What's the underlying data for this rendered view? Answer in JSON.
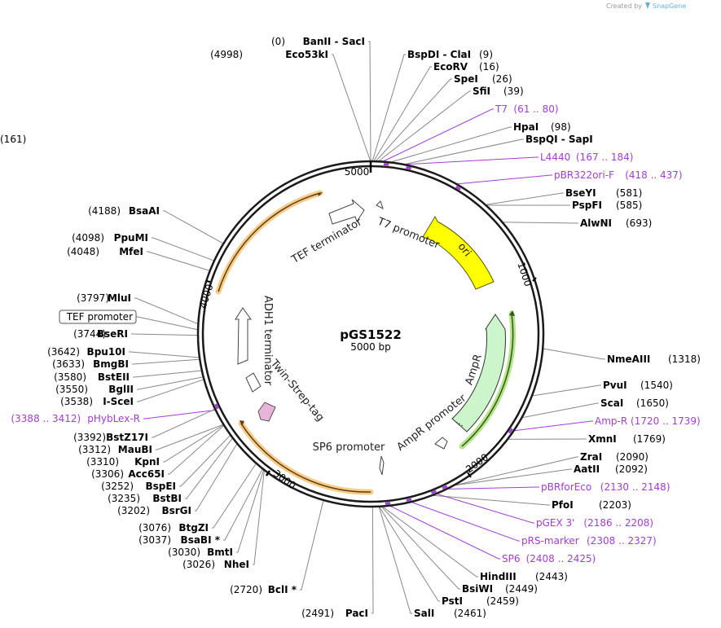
{
  "credit": {
    "created_by": "Created by",
    "brand": "SnapGene"
  },
  "plasmid": {
    "name": "pGS1522",
    "size_label": "5000 bp",
    "length": 5000
  },
  "ticks": [
    {
      "pos": 1000,
      "label": "1000"
    },
    {
      "pos": 2000,
      "label": "2000"
    },
    {
      "pos": 3000,
      "label": "3000"
    },
    {
      "pos": 4000,
      "label": "4000"
    },
    {
      "pos": 5000,
      "label": "5000"
    }
  ],
  "features": [
    {
      "name": "ori",
      "type": "block",
      "color": "#ffff00",
      "label_inside": "ori"
    },
    {
      "name": "AmpR",
      "type": "block",
      "color": "#ccf5cc",
      "label": "AmpR"
    },
    {
      "name": "AmpR promoter",
      "type": "small-arrow",
      "label": "AmpR promoter"
    },
    {
      "name": "SP6 promoter",
      "type": "small-arrow",
      "label": "SP6 promoter"
    },
    {
      "name": "Twin-Strep-tag",
      "type": "small-block",
      "color": "#e8b4d8",
      "label": "Twin-Strep-tag"
    },
    {
      "name": "ADH1 terminator",
      "type": "block",
      "color": "#ffffff",
      "label": "ADH1 terminator"
    },
    {
      "name": "TEF terminator",
      "type": "small-arrow",
      "label": "TEF terminator"
    },
    {
      "name": "T7 promoter",
      "type": "small-arrow",
      "label": "T7 promoter"
    },
    {
      "name": "orange-arc-left",
      "type": "highlight",
      "color": "#f5a623"
    },
    {
      "name": "orange-arc-bottom",
      "type": "highlight",
      "color": "#f5a623"
    },
    {
      "name": "green-arc-right",
      "type": "highlight",
      "color": "#6abf3a"
    }
  ],
  "sites_right": [
    {
      "name": "BspDI  - ClaI",
      "pos": "(9)"
    },
    {
      "name": "EcoRV",
      "pos": "(16)"
    },
    {
      "name": "SpeI",
      "pos": "(26)"
    },
    {
      "name": "SfiI",
      "pos": "(39)"
    },
    {
      "name": "T7",
      "pos": "(61 .. 80)",
      "primer": true
    },
    {
      "name": "HpaI",
      "pos": "(98)"
    },
    {
      "name": "BspQI  - SapI",
      "pos": "(161)"
    },
    {
      "name": "L4440",
      "pos": "(167 .. 184)",
      "primer": true
    },
    {
      "name": "pBR322ori-F",
      "pos": "(418 .. 437)",
      "primer": true
    },
    {
      "name": "BseYI",
      "pos": "(581)"
    },
    {
      "name": "PspFI",
      "pos": "(585)"
    },
    {
      "name": "AlwNI",
      "pos": "(693)"
    },
    {
      "name": "NmeAIII",
      "pos": "(1318)"
    },
    {
      "name": "PvuI",
      "pos": "(1540)"
    },
    {
      "name": "ScaI",
      "pos": "(1650)"
    },
    {
      "name": "Amp-R",
      "pos": "(1720 .. 1739)",
      "primer": true
    },
    {
      "name": "XmnI",
      "pos": "(1769)"
    },
    {
      "name": "ZraI",
      "pos": "(2090)"
    },
    {
      "name": "AatII",
      "pos": "(2092)"
    },
    {
      "name": "pBRforEco",
      "pos": "(2130 .. 2148)",
      "primer": true
    },
    {
      "name": "PfoI",
      "pos": "(2203)"
    },
    {
      "name": "pGEX 3'",
      "pos": "(2186 .. 2208)",
      "primer": true
    },
    {
      "name": "pRS-marker",
      "pos": "(2308 .. 2327)",
      "primer": true
    },
    {
      "name": "SP6",
      "pos": "(2408 .. 2425)",
      "primer": true
    },
    {
      "name": "HindIII",
      "pos": "(2443)"
    },
    {
      "name": "BsiWI",
      "pos": "(2449)"
    },
    {
      "name": "PstI",
      "pos": "(2459)"
    },
    {
      "name": "SalI",
      "pos": "(2461)"
    }
  ],
  "sites_left": [
    {
      "name": "BanII  - SacI",
      "pos": "(0)"
    },
    {
      "name": "Eco53kI",
      "pos": "(4998)"
    },
    {
      "name": "BsaAI",
      "pos": "(4188)"
    },
    {
      "name": "PpuMI",
      "pos": "(4098)"
    },
    {
      "name": "MfeI",
      "pos": "(4048)"
    },
    {
      "name": "MluI",
      "pos": "(3797)"
    },
    {
      "name": "TEF promoter",
      "pos": "",
      "boxed": true
    },
    {
      "name": "BseRI",
      "pos": "(3744)"
    },
    {
      "name": "Bpu10I",
      "pos": "(3642)"
    },
    {
      "name": "BmgBI",
      "pos": "(3633)"
    },
    {
      "name": "BstEII",
      "pos": "(3580)"
    },
    {
      "name": "BglII",
      "pos": "(3550)"
    },
    {
      "name": "I-SceI",
      "pos": "(3538)"
    },
    {
      "name": "pHybLex-R",
      "pos": "(3388 .. 3412)",
      "primer": true
    },
    {
      "name": "BstZ17I",
      "pos": "(3392)"
    },
    {
      "name": "MauBI",
      "pos": "(3312)"
    },
    {
      "name": "KpnI",
      "pos": "(3310)"
    },
    {
      "name": "Acc65I",
      "pos": "(3306)"
    },
    {
      "name": "BspEI",
      "pos": "(3252)"
    },
    {
      "name": "BstBI",
      "pos": "(3235)"
    },
    {
      "name": "BsrGI",
      "pos": "(3202)"
    },
    {
      "name": "BtgZI",
      "pos": "(3076)"
    },
    {
      "name": "BsaBI *",
      "pos": "(3037)"
    },
    {
      "name": "BmtI",
      "pos": "(3030)"
    },
    {
      "name": "NheI",
      "pos": "(3026)"
    },
    {
      "name": "BclI *",
      "pos": "(2720)"
    },
    {
      "name": "PacI",
      "pos": "(2491)"
    }
  ],
  "colors": {
    "primer": "#a43cd6",
    "backbone": "#1a1a1a",
    "leader_line": "#888888"
  }
}
